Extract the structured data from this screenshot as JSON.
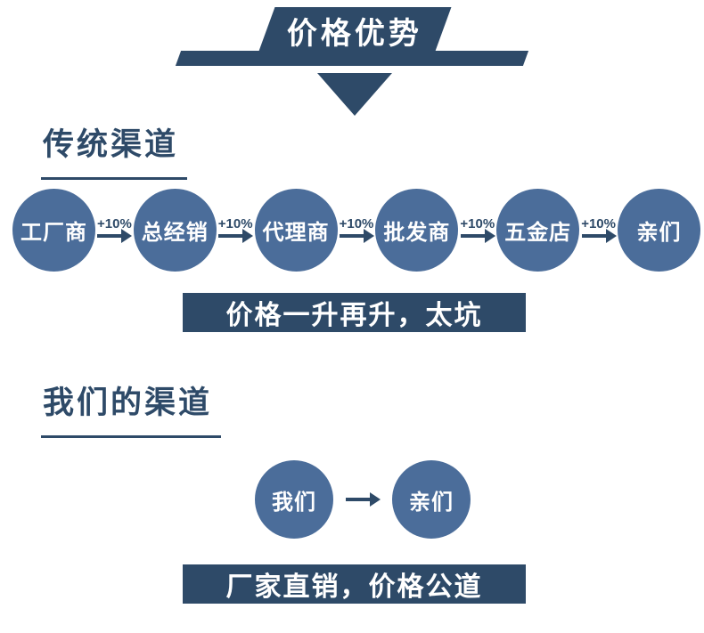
{
  "colors": {
    "navy": "#2e4a68",
    "circle_blue": "#4b6d9a",
    "text_white": "#ffffff"
  },
  "header": {
    "title": "价格优势"
  },
  "traditional_section": {
    "title": "传统渠道",
    "nodes": [
      "工厂商",
      "总经销",
      "代理商",
      "批发商",
      "五金店",
      "亲们"
    ],
    "arrow_labels": [
      "+10%",
      "+10%",
      "+10%",
      "+10%",
      "+10%"
    ],
    "caption": "价格一升再升，太坑"
  },
  "our_section": {
    "title": "我们的渠道",
    "nodes": [
      "我们",
      "亲们"
    ],
    "caption": "厂家直销，价格公道"
  }
}
